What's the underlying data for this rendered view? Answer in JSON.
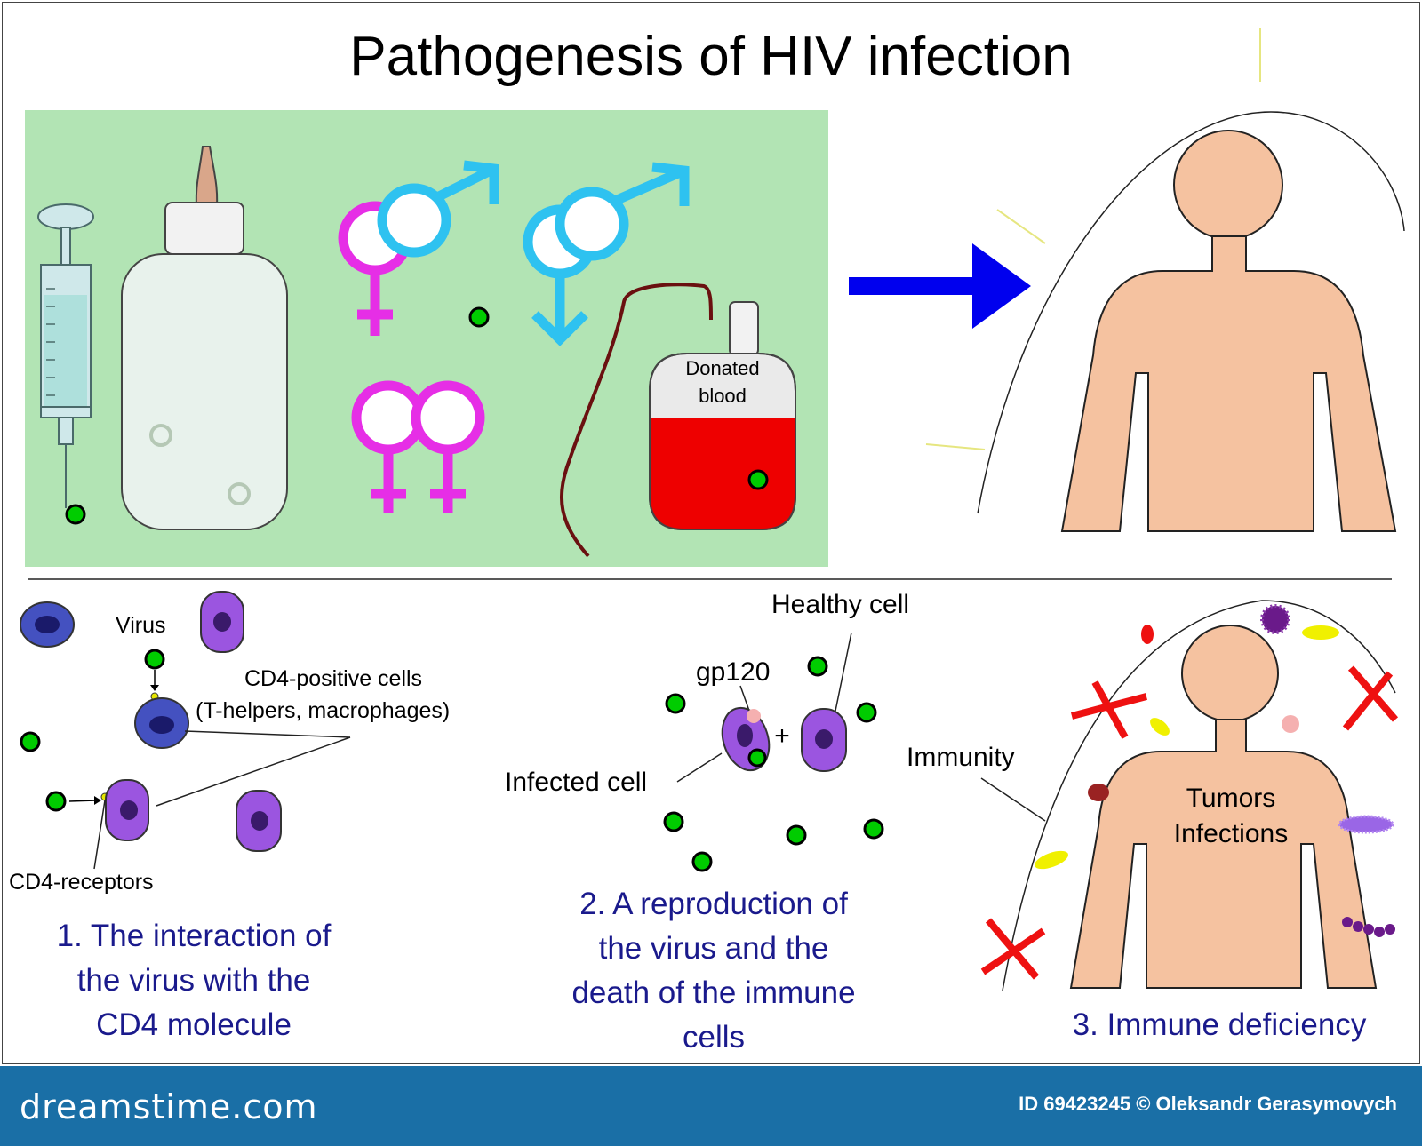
{
  "title": "Pathogenesis of HIV infection",
  "transmission": {
    "blood_bag_label_1": "Donated",
    "blood_bag_label_2": "blood"
  },
  "stage1": {
    "virus_label": "Virus",
    "cd4_cells_label_1": "CD4-positive cells",
    "cd4_cells_label_2": "(T-helpers, macrophages)",
    "receptors_label": "CD4-receptors",
    "caption_1": "1. The interaction of",
    "caption_2": "the virus with the",
    "caption_3": "CD4 molecule"
  },
  "stage2": {
    "healthy_cell_label": "Healthy cell",
    "gp120_label": "gp120",
    "plus_sign": "+",
    "infected_cell_label": "Infected cell",
    "caption_1": "2. A reproduction of",
    "caption_2": "the virus and the",
    "caption_3": "death of the immune",
    "caption_4": "cells"
  },
  "stage3": {
    "immunity_label": "Immunity",
    "tumors_label": "Tumors",
    "infections_label": "Infections",
    "caption": "3. Immune deficiency"
  },
  "footer": {
    "brand": "dreamstime.com",
    "credit": "ID 69423245 © Oleksandr Gerasymovych"
  },
  "colors": {
    "panel_bg": "#b2e4b4",
    "virus_green": "#00cc00",
    "cell_purple": "#9b55e0",
    "cell_blue": "#4451c0",
    "skin": "#f5c2a0",
    "female_symbol": "#e62ee6",
    "male_symbol": "#2ec2f0",
    "arrow_blue": "#0000ee",
    "blood_red": "#ee0000",
    "cross_red": "#ee1111",
    "caption_navy": "#1a1a8c",
    "footer_blue": "#1a6fa6"
  }
}
